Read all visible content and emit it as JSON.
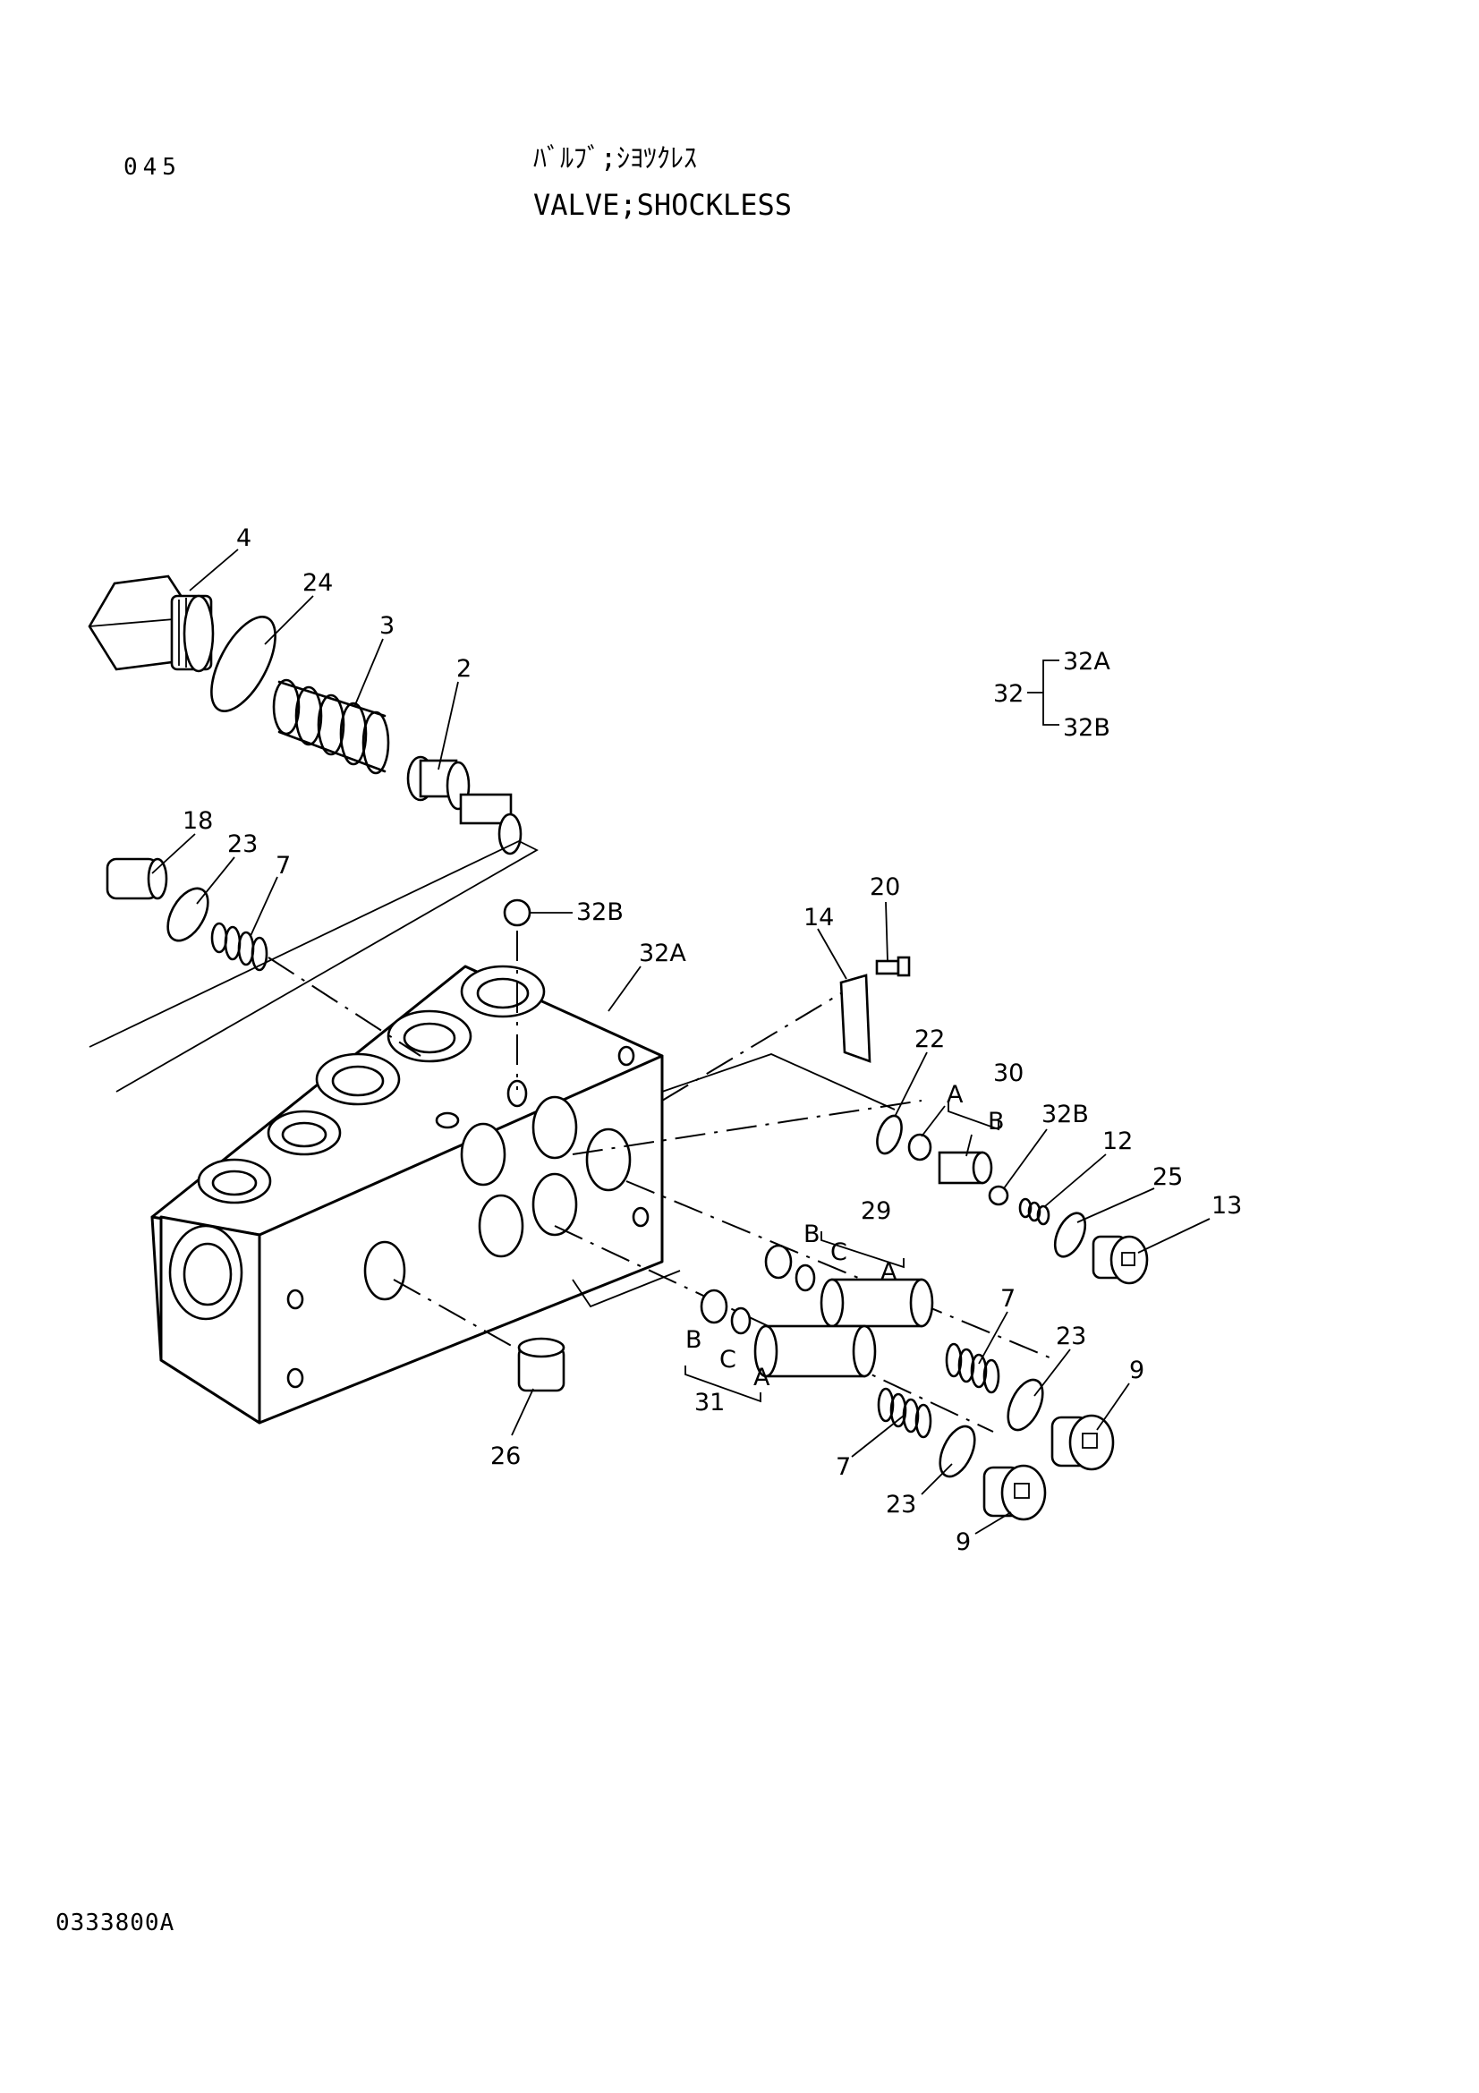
{
  "header": {
    "page_number": "045",
    "title_jp": "ﾊﾞﾙﾌﾞ;ｼﾖﾂｸﾚｽ",
    "title_en": "VALVE;SHOCKLESS"
  },
  "footer": {
    "drawing_id": "0333800A"
  },
  "callouts": {
    "c4": "4",
    "c24": "24",
    "c3": "3",
    "c2": "2",
    "c18": "18",
    "c23a": "23",
    "c7a": "7",
    "c32b_top": "32B",
    "c32a_body": "32A",
    "c14": "14",
    "c20": "20",
    "c22": "22",
    "c30": "30",
    "c30a": "A",
    "c30b": "B",
    "c32b_right": "32B",
    "c12": "12",
    "c25": "25",
    "c13": "13",
    "c29": "29",
    "c29b": "B",
    "c29c": "C",
    "c29a": "A",
    "c7b": "7",
    "c23b": "23",
    "c9a": "9",
    "c31": "31",
    "c31b": "B",
    "c31c": "C",
    "c31a": "A",
    "c7c": "7",
    "c23c": "23",
    "c9b": "9",
    "c26": "26"
  },
  "legend": {
    "parent": "32",
    "child_a": "32A",
    "child_b": "32B"
  }
}
